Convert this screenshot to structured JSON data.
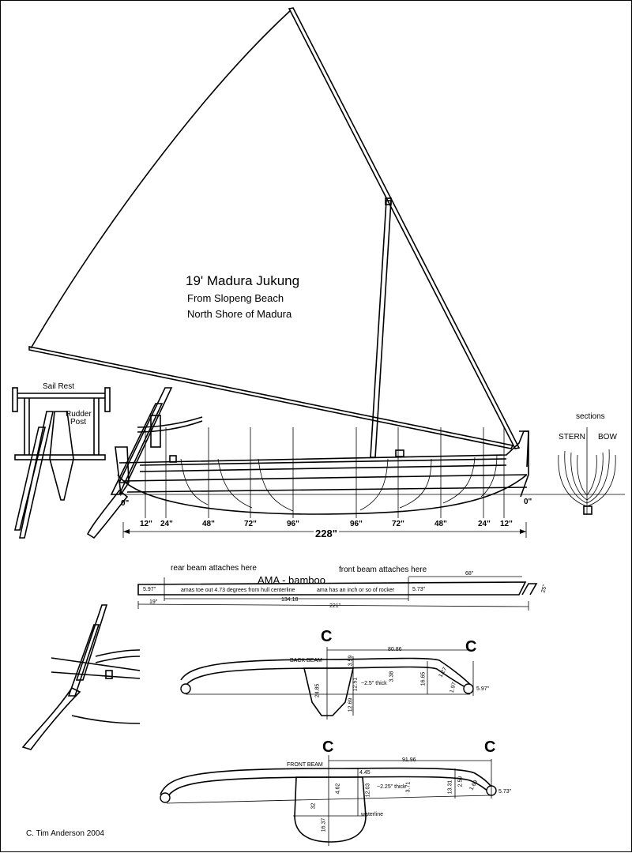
{
  "title": {
    "main": "19' Madura Jukung",
    "line1": "From Slopeng Beach",
    "line2": "North Shore of Madura"
  },
  "sail_rest": {
    "label": "Sail Rest"
  },
  "rudder_post": {
    "line1": "Rudder",
    "line2": "Post"
  },
  "sections": {
    "label": "sections",
    "stern": "STERN",
    "bow": "BOW"
  },
  "profile": {
    "zero_left": "0\"",
    "zero_right": "0\"",
    "stations": [
      "12\"",
      "24\"",
      "48\"",
      "72\"",
      "96\"",
      "96\"",
      "72\"",
      "48\"",
      "24\"",
      "12\""
    ],
    "length": "228\""
  },
  "ama": {
    "title": "AMA - bamboo",
    "rear_beam": "rear beam attaches here",
    "front_beam": "front beam attaches here",
    "dim_597": "5.97\"",
    "note_toe": "amas toe out 4.73 degrees from hull centerline",
    "note_rocker": "ama has an inch or so of rocker",
    "dim_573": "5.73\"",
    "dim_68": "68\"",
    "dim_25": "25\"",
    "dim_19": "19\"",
    "dim_134": "134.18",
    "dim_221": "221\""
  },
  "back_beam": {
    "label": "BACK BEAM",
    "centerline": "C",
    "d_8086": "80.86",
    "d_359": "3.59",
    "d_2485": "24.85",
    "d_1251": "12.51",
    "thick": "~2.5\" thick",
    "d_338": "3.38",
    "d_1665": "16.65",
    "d_127": "1.27",
    "d_1269": "12.69",
    "d_197": "1.97",
    "d_597": "5.97\""
  },
  "front_beam": {
    "label": "FRONT BEAM",
    "centerline": "C",
    "d_9196": "91.96",
    "d_445": "4.45",
    "d_462": "4.62",
    "d_1203": "12.03",
    "thick": "~2.25\" thick",
    "d_371": "3.71",
    "d_1331": "13.31",
    "d_259": "2.59",
    "d_169": "1.69",
    "d_32": "32",
    "d_1637": "16.37",
    "waterline": "waterline",
    "d_573": "5.73\""
  },
  "credit": "C. Tim Anderson 2004"
}
